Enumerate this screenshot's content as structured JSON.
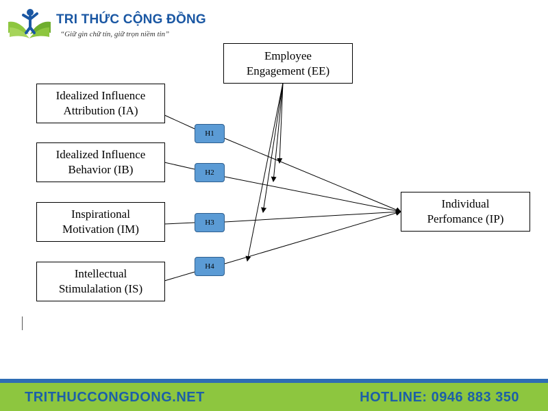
{
  "brand": {
    "title": "TRI THỨC CỘNG ĐỒNG",
    "slogan": "“Giữ gìn chữ tín, giữ trọn niềm tin”"
  },
  "diagram": {
    "mediator": {
      "label": "Employee\nEngagement (EE)"
    },
    "outcome": {
      "label": "Individual\nPerfomance (IP)"
    },
    "predictors": [
      {
        "label": "Idealized Influence\nAttribution (IA)",
        "hypothesis": "H1"
      },
      {
        "label": "Idealized Influence\nBehavior (IB)",
        "hypothesis": "H2"
      },
      {
        "label": "Inspirational\nMotivation (IM)",
        "hypothesis": "H3"
      },
      {
        "label": "Intellectual\nStimulalation (IS)",
        "hypothesis": "H4"
      }
    ]
  },
  "footer": {
    "website": "TRITHUCCONGDONG.NET",
    "hotline": "HOTLINE: 0946 883 350"
  },
  "colors": {
    "hypothesis_fill": "#5b9bd5",
    "footer_bg": "#8dc63f",
    "footer_text": "#1c5fa8",
    "brand_blue": "#1a57a3"
  }
}
